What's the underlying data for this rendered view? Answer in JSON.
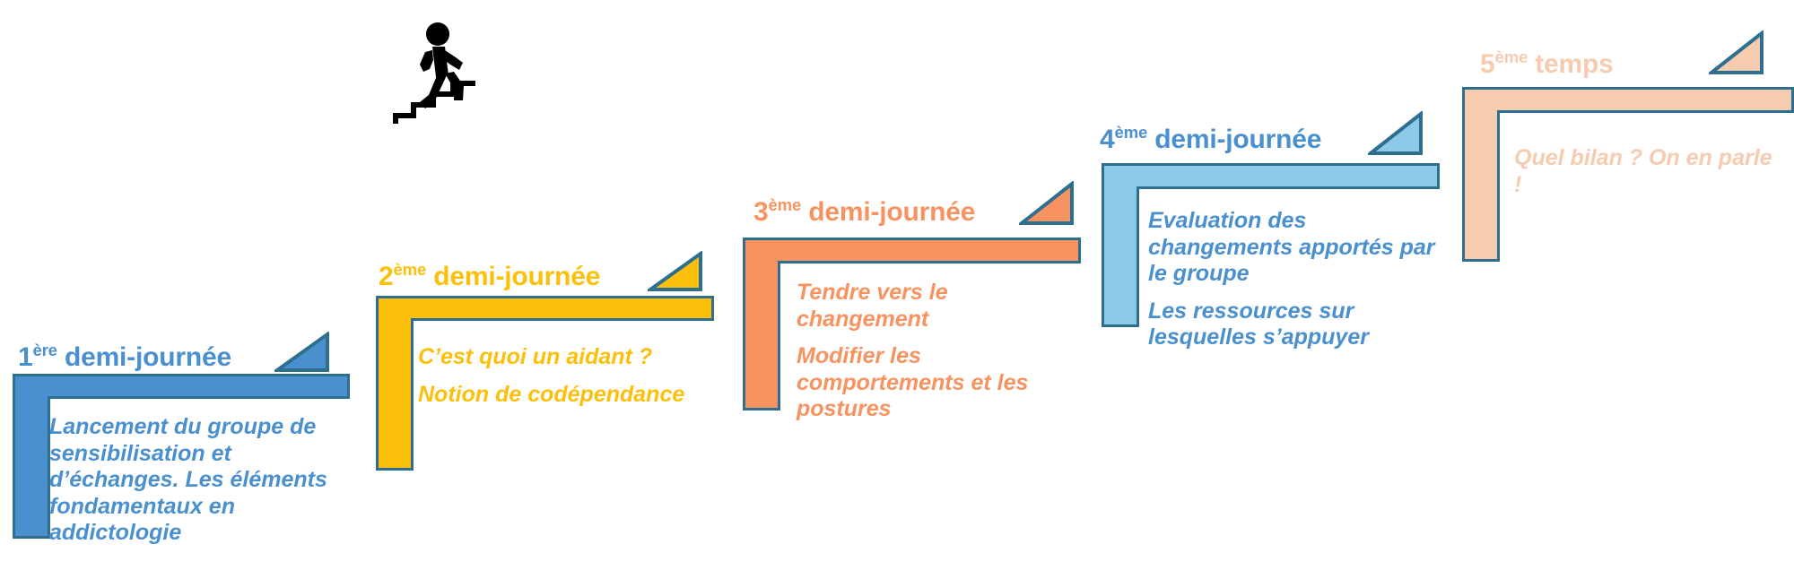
{
  "diagram": {
    "title_icon": "person-climbing-stairs-icon",
    "outline_color": "#2e6e8e",
    "steps": [
      {
        "id": "step-1",
        "ordinal": "1ère",
        "ordinal_base": "1",
        "ordinal_sup": "ère",
        "title": "1ère demi-journée",
        "title_label": " demi-journée",
        "color": "#4a90cf",
        "body_color": "#4a90cf",
        "lines": [
          "Lancement du groupe de sensibilisation et d’échanges. Les éléments fondamentaux en addictologie"
        ]
      },
      {
        "id": "step-2",
        "ordinal": "2ème",
        "ordinal_base": "2",
        "ordinal_sup": "ème",
        "title": "2ème demi-journée",
        "title_label": " demi-journée",
        "color": "#fcc00c",
        "body_color": "#fcc00c",
        "lines": [
          "C’est quoi un aidant ?",
          "Notion de codépendance"
        ]
      },
      {
        "id": "step-3",
        "ordinal": "3ème",
        "ordinal_base": "3",
        "ordinal_sup": "ème",
        "title": "3ème demi-journée",
        "title_label": " demi-journée",
        "color": "#f79361",
        "body_color": "#f79361",
        "lines": [
          "Tendre vers le changement",
          "Modifier les comportements et les postures"
        ]
      },
      {
        "id": "step-4",
        "ordinal": "4ème",
        "ordinal_base": "4",
        "ordinal_sup": "ème",
        "title": "4ème demi-journée",
        "title_label": " demi-journée",
        "color": "#8ccbe8",
        "body_color": "#4a90cf",
        "lines": [
          "Evaluation des changements apportés par le groupe",
          "Les ressources sur lesquelles s’appuyer"
        ]
      },
      {
        "id": "step-5",
        "ordinal": "5ème",
        "ordinal_base": "5",
        "ordinal_sup": "ème",
        "title": "5ème temps",
        "title_label": " temps",
        "color": "#f6cbb0",
        "body_color": "#f6cbb0",
        "lines": [
          "Quel bilan ? On en parle !"
        ]
      }
    ]
  }
}
